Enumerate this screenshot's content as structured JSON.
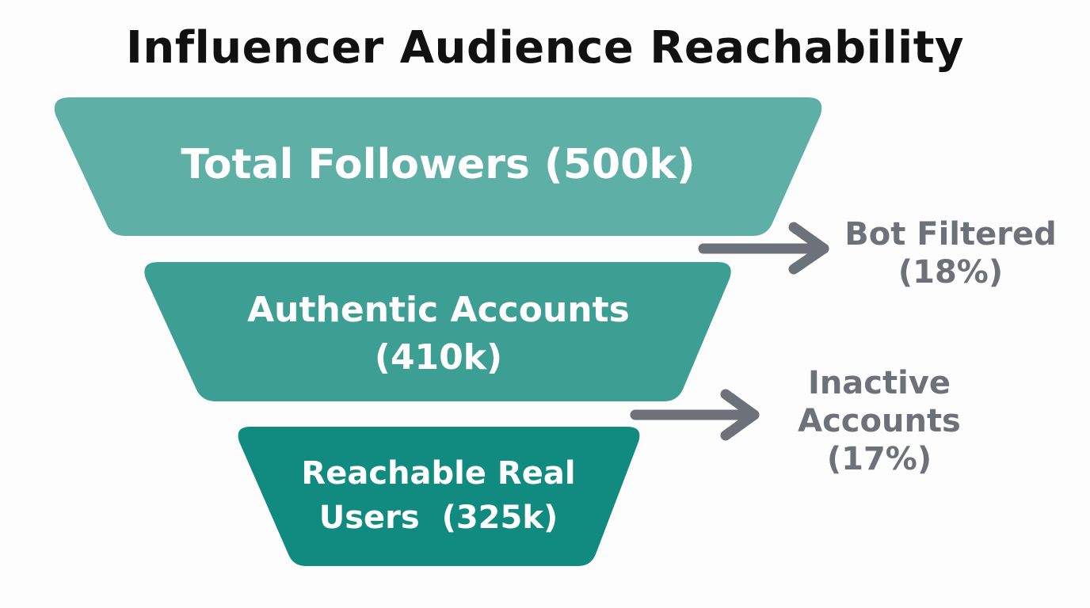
{
  "title": "Influencer Audience Reachability",
  "stages": [
    {
      "label": "Total Followers (500k)",
      "value": 500000,
      "color": "#5eb0a6"
    },
    {
      "label_line1": "Authentic Accounts",
      "label_line2": "(410k)",
      "value": 410000,
      "color": "#3d9e94"
    },
    {
      "label_line1": "Reachable Real",
      "label_line2": "Users  (325k)",
      "value": 325000,
      "color": "#118a80"
    }
  ],
  "dropoffs": [
    {
      "line1": "Bot Filtered",
      "line2": "(18%)",
      "percent": 18
    },
    {
      "line1": "Inactive",
      "line2": "Accounts",
      "line3": "(17%)",
      "percent": 17
    }
  ],
  "colors": {
    "arrow": "#6d717a",
    "text_side": "#6d717a"
  },
  "chart_data": {
    "type": "funnel",
    "title": "Influencer Audience Reachability",
    "categories": [
      "Total Followers",
      "Authentic Accounts",
      "Reachable Real Users"
    ],
    "values": [
      500000,
      410000,
      325000
    ],
    "dropoffs": [
      {
        "name": "Bot Filtered",
        "percent": 18
      },
      {
        "name": "Inactive Accounts",
        "percent": 17
      }
    ]
  }
}
